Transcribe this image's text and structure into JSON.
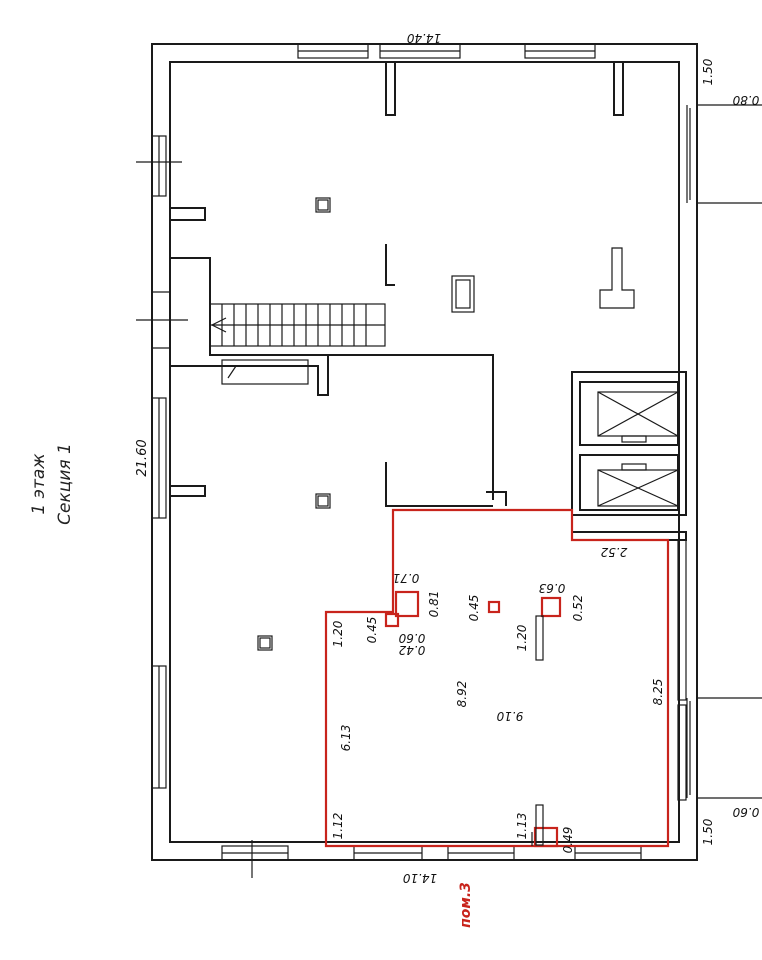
{
  "floor": {
    "label": "1 этаж",
    "section": "Секция 1"
  },
  "room": {
    "label": "пом.3",
    "color": "#c8241c"
  },
  "dimensions": {
    "top_width": "14.40",
    "bottom_width": "14.10",
    "left_height": "21.60",
    "right_top": "1.50",
    "right_bottom": "1.50",
    "right_cut_top": "0.80",
    "right_cut_bottom": "0.60",
    "room_top": "2.52",
    "room_right": "8.25",
    "room_center_h": "8.92",
    "room_center_w": "9.10",
    "room_left_upper": "1.20",
    "room_left_mid": "6.13",
    "room_left_lower": "1.12",
    "col1_w": "0.71",
    "col1_h": "0.81",
    "col1_a": "0.45",
    "col1_b": "0.60",
    "col1_c": "0.42",
    "col2_a": "0.45",
    "col3_w": "0.63",
    "col3_h": "0.52",
    "pillar_h": "1.20",
    "bottom_stub": "1.13",
    "bottom_col": "0.49"
  }
}
